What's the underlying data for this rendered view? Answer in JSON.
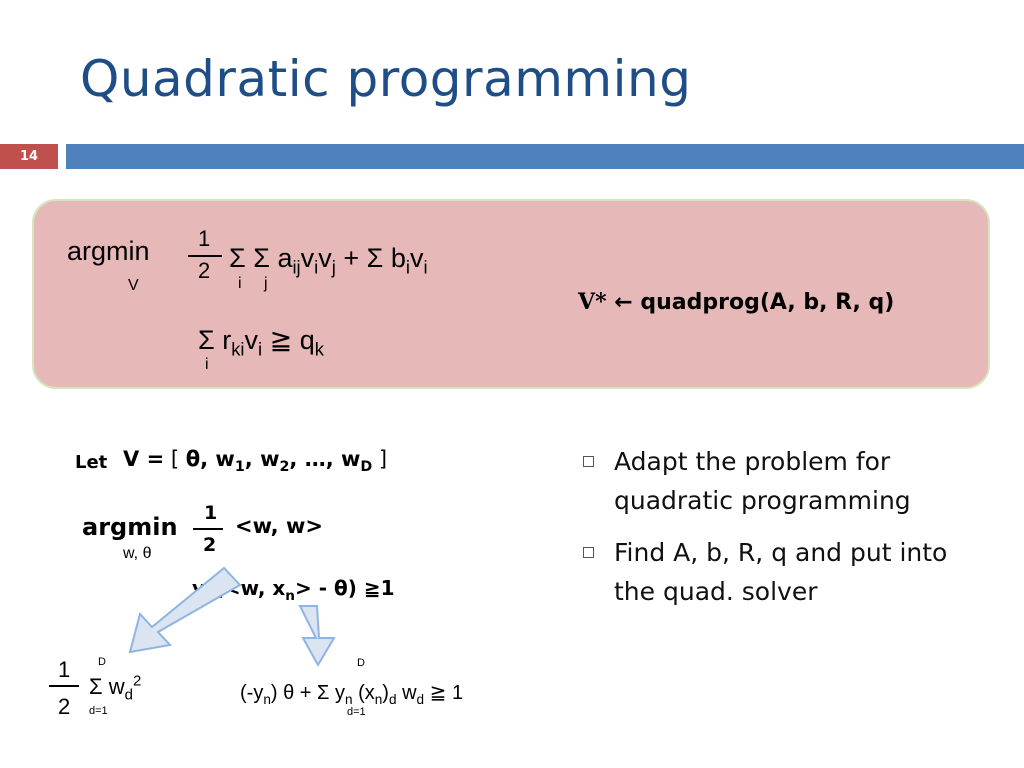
{
  "slide": {
    "title": "Quadratic programming",
    "number": "14",
    "colors": {
      "title": "#1f4e86",
      "number_badge": "#c0504d",
      "rule": "#4f81bd",
      "box_fill": "#e6b9b8",
      "box_border": "#d7e4bd",
      "arrow_fill": "#dbe5f1",
      "arrow_stroke": "#8eb4e3"
    }
  },
  "box": {
    "argmin": "argmin",
    "argmin_sub": "V",
    "frac_num": "1",
    "frac_den": "2",
    "sum": "Σ",
    "sum_i": "i",
    "sum_j": "j",
    "a": "a",
    "ij": "ij",
    "v": "v",
    "i": "i",
    "j": "j",
    "plus_sum": "+ Σ",
    "b": "b",
    "r": "r",
    "ki": "ki",
    "geq": "≧",
    "q": "q",
    "k": "k",
    "assign_lhs": "V*",
    "assign_arrow": "←",
    "assign_call": "quadprog(A, b, R, q)"
  },
  "lower": {
    "let": "Let",
    "vdef_start": "V = [ θ, w",
    "one": "1",
    "two": "2",
    "D": "D",
    "mid": ", w",
    "dots": ", …, w",
    "close": " ]",
    "argmin": "argmin",
    "argmin_sub": "w, θ",
    "frac_num": "1",
    "frac_den": "2",
    "inner": "<w, w>",
    "c_y": "y",
    "n": "n",
    "c_mid": "(<w, x",
    "c_end": "> - θ) ≧1",
    "l_num": "1",
    "l_den": "2",
    "l_top": "D",
    "l_sum": "Σ",
    "l_bottom": "d=1",
    "l_w": "w",
    "d": "d",
    "sq": "2",
    "r_start": "(-y",
    "r_mid": ") θ + Σ y",
    "r_x": " (x",
    "r_w": " w",
    "r_end": " ≧ 1",
    "r_top": "D",
    "r_bottom": "d=1"
  },
  "bullets": [
    {
      "line1": "Adapt the problem for",
      "line2": "quadratic programming"
    },
    {
      "line1": "Find A, b, R, q and put into",
      "line2": "the quad. solver"
    }
  ]
}
